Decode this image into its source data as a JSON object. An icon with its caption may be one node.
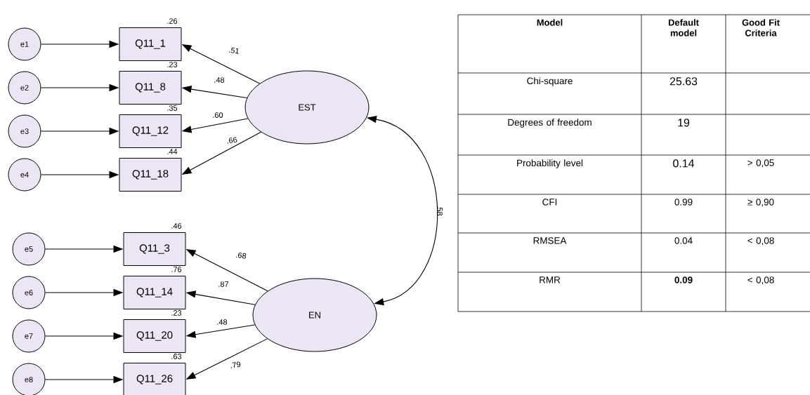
{
  "diagram": {
    "nodes": [
      {
        "text": [
          "e1"
        ]
      },
      {
        "text": [
          "e2"
        ]
      },
      {
        "text": [
          "e3"
        ]
      },
      {
        "text": [
          "e4"
        ]
      },
      {
        "text": [
          "Q11_1"
        ],
        "beside": [
          ".26"
        ]
      },
      {
        "text": [
          "Q11_8"
        ],
        "beside": [
          ".23"
        ]
      },
      {
        "text": [
          "Q11_12"
        ],
        "beside": [
          ".35"
        ]
      },
      {
        "text": [
          "Q11_18"
        ],
        "beside": [
          ".44"
        ]
      },
      {
        "text": [
          "EST"
        ]
      },
      {
        "text": [
          "e5"
        ]
      },
      {
        "text": [
          "e6"
        ]
      },
      {
        "text": [
          "e7"
        ]
      },
      {
        "text": [
          "e8"
        ]
      },
      {
        "text": [
          "Q11_3"
        ],
        "beside": [
          ".46"
        ]
      },
      {
        "text": [
          "Q11_14"
        ],
        "beside": [
          ".76"
        ]
      },
      {
        "text": [
          "Q11_20"
        ],
        "beside": [
          ".23"
        ]
      },
      {
        "text": [
          "Q11_26"
        ],
        "beside": [
          ".63"
        ]
      },
      {
        "text": [
          "EN"
        ]
      }
    ],
    "edges": [
      {
        "from": 0,
        "to": 4,
        "arrow": "to"
      },
      {
        "from": 1,
        "to": 5,
        "arrow": "to"
      },
      {
        "from": 2,
        "to": 6,
        "arrow": "to"
      },
      {
        "from": 3,
        "to": 7,
        "arrow": "to"
      },
      {
        "from": 8,
        "to": 4,
        "arrow": "to",
        "label": ".51"
      },
      {
        "from": 8,
        "to": 5,
        "arrow": "to",
        "label": ".48"
      },
      {
        "from": 8,
        "to": 6,
        "arrow": "to",
        "label": ".60"
      },
      {
        "from": 8,
        "to": 7,
        "arrow": "to",
        "label": ".66"
      },
      {
        "from": 9,
        "to": 13,
        "arrow": "to"
      },
      {
        "from": 10,
        "to": 14,
        "arrow": "to"
      },
      {
        "from": 11,
        "to": 15,
        "arrow": "to"
      },
      {
        "from": 12,
        "to": 16,
        "arrow": "to"
      },
      {
        "from": 17,
        "to": 13,
        "arrow": "to",
        "label": ".68"
      },
      {
        "from": 17,
        "to": 14,
        "arrow": "to",
        "label": ".87"
      },
      {
        "from": 17,
        "to": 15,
        "arrow": "to",
        "label": ".48"
      },
      {
        "from": 17,
        "to": 16,
        "arrow": "to",
        "label": ".79"
      },
      {
        "from": 8,
        "to": 17,
        "arrow": "both",
        "label": ".58"
      }
    ],
    "labels": [
      "Model",
      "Default model",
      "Good Fit Criteria",
      "Chi-square",
      "25.63",
      "Degrees of freedom",
      "19",
      "Probability level",
      "0.14",
      "> 0,05",
      "CFI",
      "0.99",
      "≥ 0,90",
      "RMSEA",
      "0.04",
      "< 0,08",
      "RMR",
      "0.09",
      "< 0,08"
    ]
  }
}
